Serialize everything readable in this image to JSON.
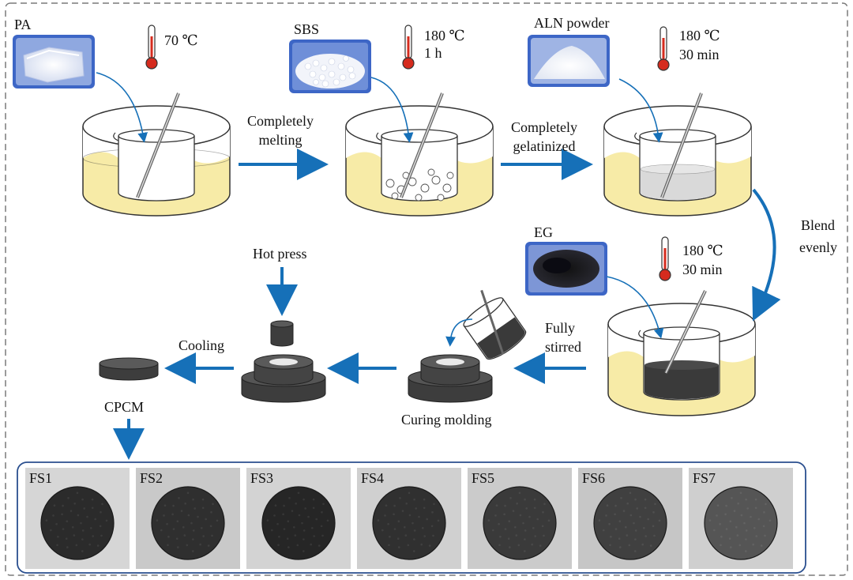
{
  "materials": {
    "pa": "PA",
    "sbs": "SBS",
    "aln": "ALN powder",
    "eg": "EG"
  },
  "conditions": {
    "step1_temp": "70 ℃",
    "step2_temp": "180 ℃",
    "step2_time": "1 h",
    "step3_temp": "180 ℃",
    "step3_time": "30 min",
    "step4_temp": "180 ℃",
    "step4_time": "30 min"
  },
  "steps": {
    "completely_melting": [
      "Completely",
      "melting"
    ],
    "completely_gelatinized": [
      "Completely",
      "gelatinized"
    ],
    "blend_evenly": [
      "Blend",
      "evenly"
    ],
    "fully_stirred": [
      "Fully",
      "stirred"
    ],
    "curing_molding": "Curing molding",
    "hot_press": "Hot press",
    "cooling": "Cooling",
    "product": "CPCM"
  },
  "samples": [
    {
      "label": "FS1",
      "bg": "#d6d6d6",
      "disc": "#2b2b2b"
    },
    {
      "label": "FS2",
      "bg": "#c9c9c9",
      "disc": "#2f2f2f"
    },
    {
      "label": "FS3",
      "bg": "#d3d3d3",
      "disc": "#262626"
    },
    {
      "label": "FS4",
      "bg": "#d0d0d0",
      "disc": "#303030"
    },
    {
      "label": "FS5",
      "bg": "#cbcbcb",
      "disc": "#3a3a3a"
    },
    {
      "label": "FS6",
      "bg": "#c6c6c6",
      "disc": "#404040"
    },
    {
      "label": "FS7",
      "bg": "#cfcfcf",
      "disc": "#555555"
    }
  ],
  "colors": {
    "arrow": "#1670b8",
    "bath_fill": "#f7eba7",
    "bath_stroke": "#333333",
    "thermometer_red": "#d52b1e",
    "frame_border": "#7a7a7a",
    "samples_border": "#2a4f8f",
    "mold": "#4a4a4a",
    "powder_box_bg": "#5b7fd1"
  }
}
